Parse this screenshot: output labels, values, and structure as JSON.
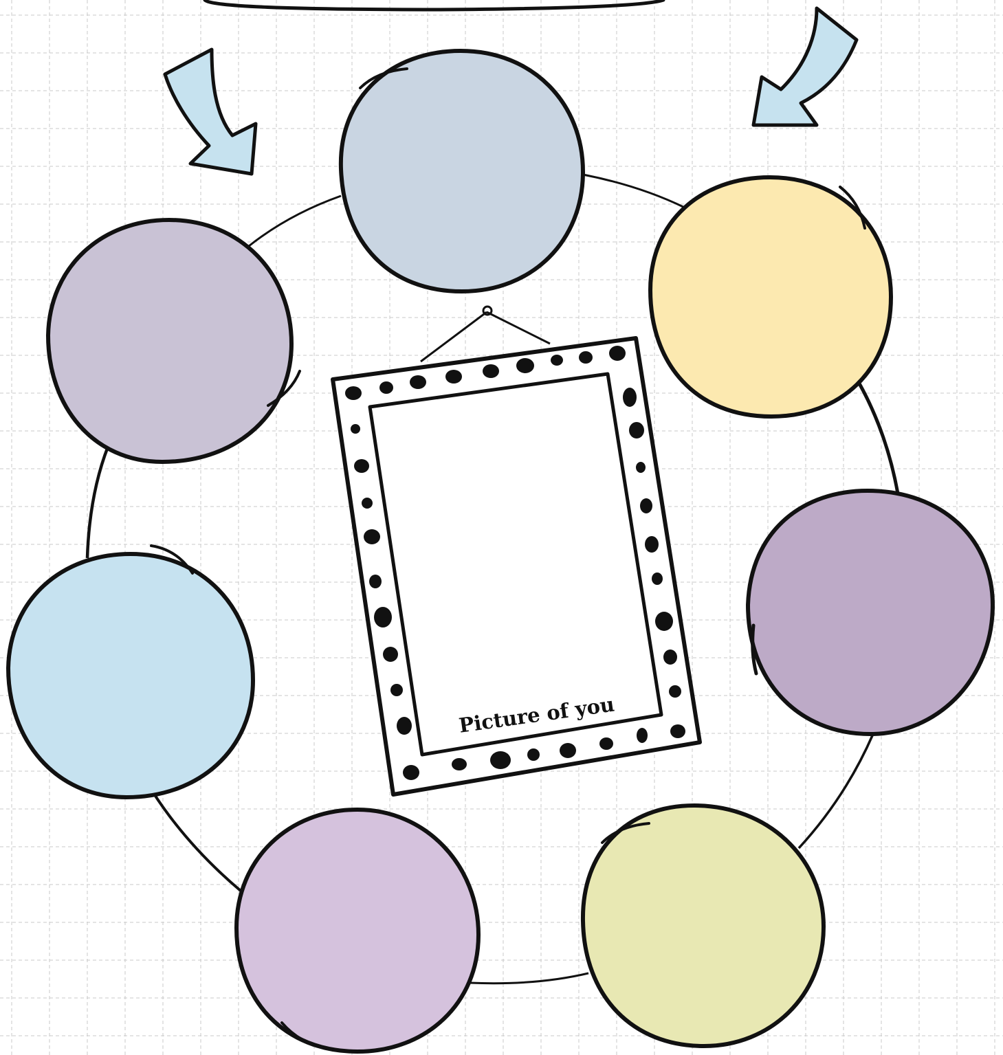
{
  "worksheet": {
    "colors": {
      "background": "#ffffff",
      "grid": "#c9c9c9",
      "outline": "#111111",
      "arrow_fill": "#c6e2ef"
    },
    "bubbles": [
      {
        "id": "top",
        "color": "#c9d5e2"
      },
      {
        "id": "upper-right",
        "color": "#fce9b0"
      },
      {
        "id": "right",
        "color": "#bdaac7"
      },
      {
        "id": "lower-right",
        "color": "#e8e8b3"
      },
      {
        "id": "lower-left",
        "color": "#d5c2dd"
      },
      {
        "id": "left",
        "color": "#c6e2f0"
      },
      {
        "id": "upper-left",
        "color": "#c9c2d5"
      }
    ],
    "arrows": [
      {
        "id": "left-arrow",
        "icon": "curved-arrow-down-right-icon"
      },
      {
        "id": "right-arrow",
        "icon": "curved-arrow-down-left-icon"
      }
    ],
    "frame": {
      "caption": "Picture of you",
      "icon": "hanging-picture-frame-icon"
    }
  }
}
